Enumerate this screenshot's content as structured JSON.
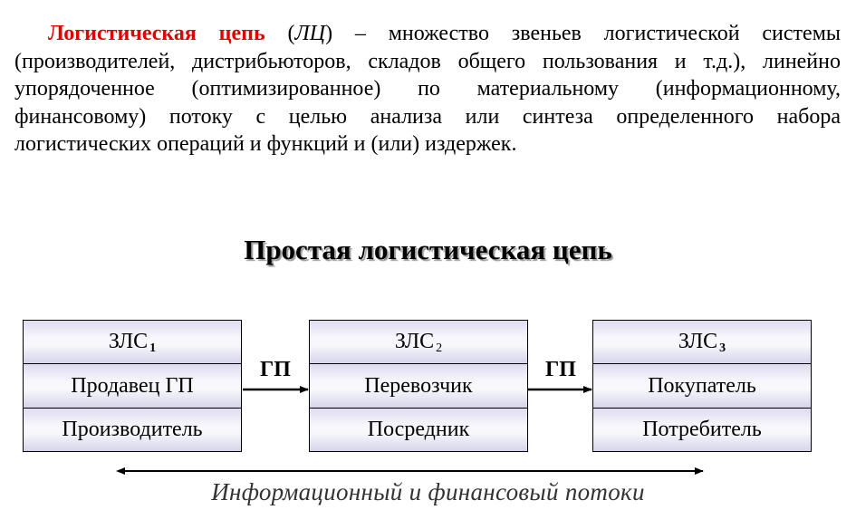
{
  "definition": {
    "term": "Логистическая цепь",
    "abbreviation_open": " (",
    "abbreviation": "ЛЦ",
    "body": ") – множество звеньев логистической системы (производителей, дистрибьюторов, складов общего пользования и т.д.), линейно упорядоченное (оптимизированное) по материальному (информационному, финансовому) потоку с целью анализа или синтеза определенного набора логистических операций и функций и (или) издержек."
  },
  "diagram": {
    "title": "Простая логистическая цепь",
    "nodes": [
      {
        "id": "zls1",
        "header": "ЗЛС",
        "index": "1",
        "role": "Продавец ГП",
        "type": "Производитель"
      },
      {
        "id": "zls2",
        "header": "ЗЛС",
        "index": "2",
        "role": "Перевозчик",
        "type": "Посредник"
      },
      {
        "id": "zls3",
        "header": "ЗЛС",
        "index": "3",
        "role": "Покупатель",
        "type": "Потребитель"
      }
    ],
    "edges": [
      {
        "from": "zls1",
        "to": "zls2",
        "label": "ГП"
      },
      {
        "from": "zls2",
        "to": "zls3",
        "label": "ГП"
      }
    ],
    "flows_label": "Информационный и финансовый потоки"
  },
  "colors": {
    "term": "#e00000",
    "box_gradient": "#dedcef",
    "flows_text": "#333333"
  }
}
